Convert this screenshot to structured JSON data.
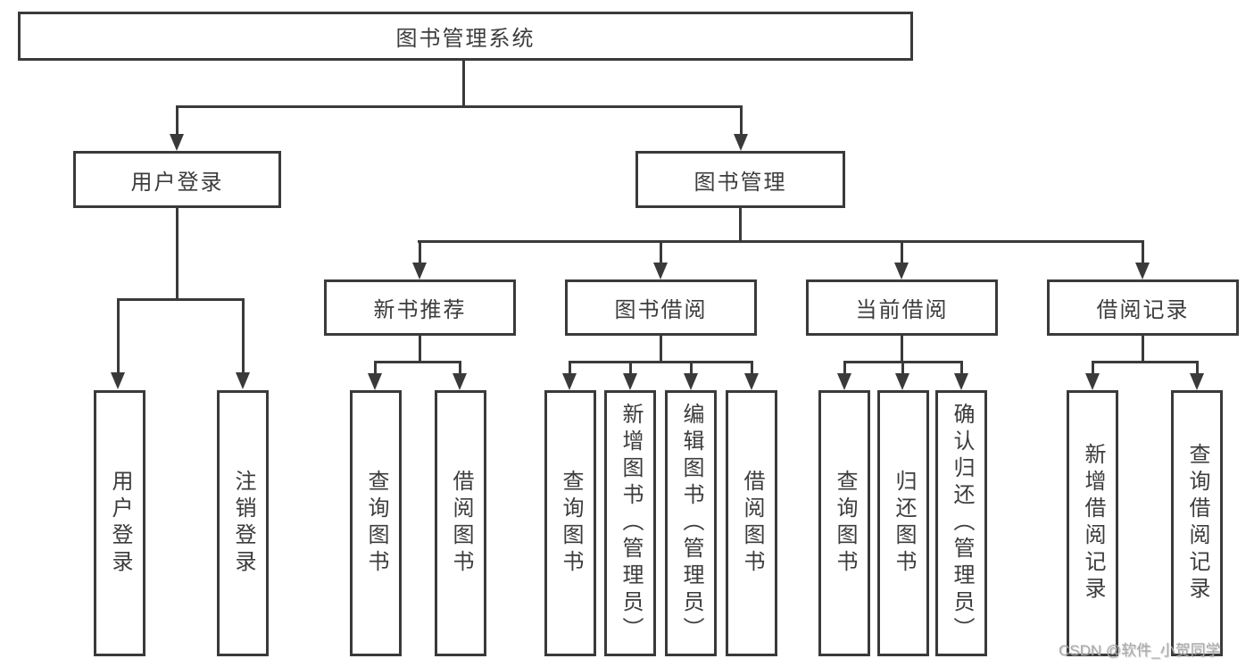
{
  "title": "图书管理系统",
  "nodes": {
    "root": "图书管理系统",
    "branches": [
      {
        "label": "用户登录",
        "children": [
          "用户登录",
          "注销登录"
        ]
      },
      {
        "label": "图书管理"
      }
    ],
    "modules": [
      {
        "label": "新书推荐",
        "children": [
          "查询图书",
          "借阅图书"
        ]
      },
      {
        "label": "图书借阅",
        "children": [
          "查询图书",
          "新增图书（管理员）",
          "编辑图书（管理员）",
          "借阅图书"
        ]
      },
      {
        "label": "当前借阅",
        "children": [
          "查询图书",
          "归还图书",
          "确认归还（管理员）"
        ]
      },
      {
        "label": "借阅记录",
        "children": [
          "新增借阅记录",
          "查询借阅记录"
        ]
      }
    ]
  },
  "watermark": "CSDN @软件_小贺同学",
  "colors": {
    "line": "#3a3a3a",
    "text": "#3c3c3c",
    "watermark": "#ababab",
    "background": "#ffffff"
  }
}
